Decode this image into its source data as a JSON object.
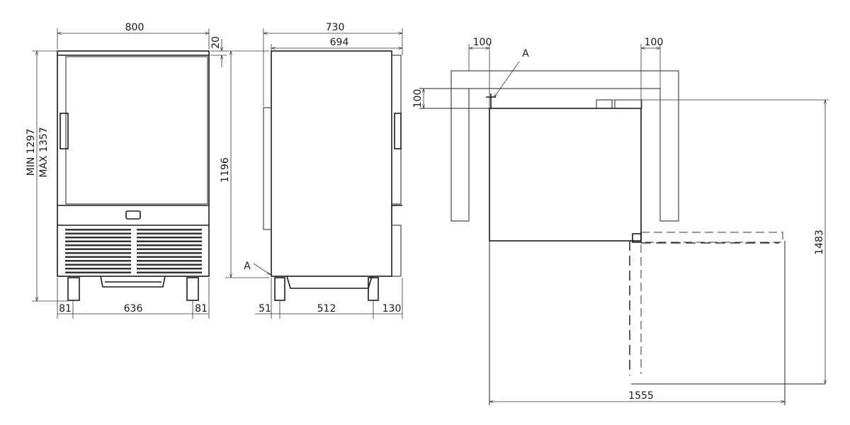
{
  "front_view": {
    "width": "800",
    "top_gap": "20",
    "height_min": "MIN 1297",
    "height_max": "MAX 1357",
    "foot_left": "81",
    "foot_span": "636",
    "foot_right": "81"
  },
  "side_view": {
    "depth_total": "730",
    "depth_body": "694",
    "height": "1196",
    "detail_label": "A",
    "foot_front": "51",
    "foot_span": "512",
    "foot_rear": "130"
  },
  "plan_view": {
    "clearance_left": "100",
    "clearance_right": "100",
    "clearance_rear": "100",
    "detail_label": "A",
    "depth_door_open": "1483",
    "width_door_open": "1555"
  }
}
